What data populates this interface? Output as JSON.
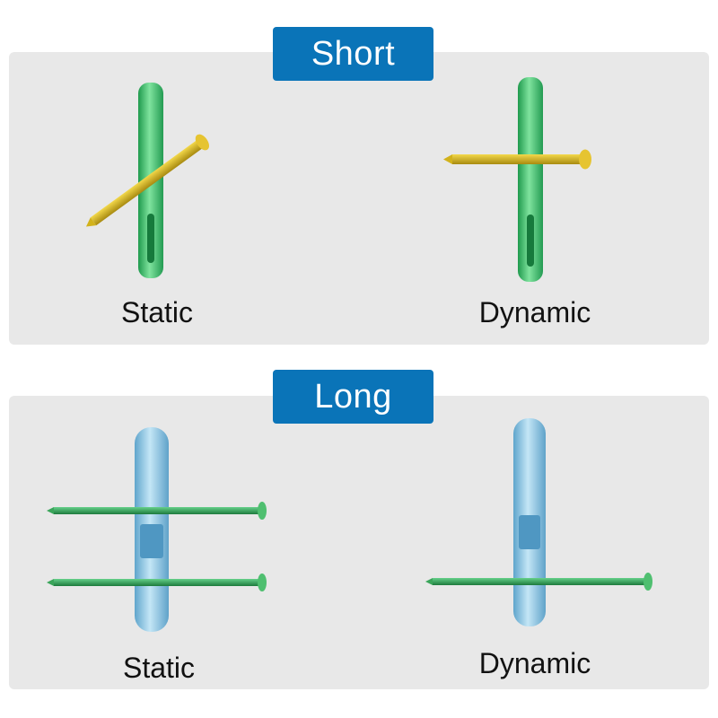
{
  "sections": [
    {
      "title": "Short",
      "left_label": "Static",
      "right_label": "Dynamic"
    },
    {
      "title": "Long",
      "left_label": "Static",
      "right_label": "Dynamic"
    }
  ],
  "colors": {
    "badge": "#0a74b8",
    "panel": "#e8e8e8",
    "nail_green": "#3fc46d",
    "screw_gold": "#d4b21a",
    "nail_blue": "#8fc7e4",
    "screw_green": "#3aa55a"
  }
}
